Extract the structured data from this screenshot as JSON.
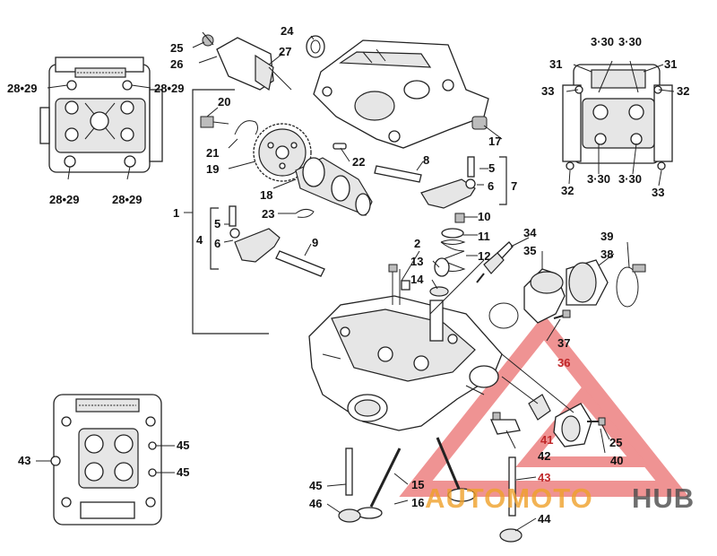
{
  "labels": {
    "l1": "1",
    "l2": "2",
    "l4": "4",
    "l5a": "5",
    "l5b": "5",
    "l6a": "6",
    "l6b": "6",
    "l7": "7",
    "l8": "8",
    "l9": "9",
    "l10": "10",
    "l11": "11",
    "l12": "12",
    "l13": "13",
    "l14": "14",
    "l15": "15",
    "l16": "16",
    "l17": "17",
    "l18": "18",
    "l19": "19",
    "l20": "20",
    "l21": "21",
    "l22": "22",
    "l23": "23",
    "l24": "24",
    "l25a": "25",
    "l25b": "25",
    "l26": "26",
    "l27": "27",
    "l31a": "31",
    "l31b": "31",
    "l32a": "32",
    "l32b": "32",
    "l33a": "33",
    "l33b": "33",
    "l330a": "3·30",
    "l330b": "3·30",
    "l330c": "3·30",
    "l330d": "3·30",
    "l34": "34",
    "l35": "35",
    "l36": "36",
    "l37": "37",
    "l38": "38",
    "l39": "39",
    "l40": "40",
    "l41": "41",
    "l42": "42",
    "l43a": "43",
    "l43b": "43",
    "l44": "44",
    "l45a": "45",
    "l45b": "45",
    "l45c": "45",
    "l46": "46",
    "l2829a": "28•29",
    "l2829b": "28•29",
    "l2829c": "28•29",
    "l2829d": "28•29"
  },
  "watermark": {
    "brand_part1": "AUTOMOTO",
    "brand_part2": "HUB",
    "color_primary": "#f0a12a",
    "color_secondary": "#4a4a4a",
    "triangle_color": "#e23b3b"
  }
}
